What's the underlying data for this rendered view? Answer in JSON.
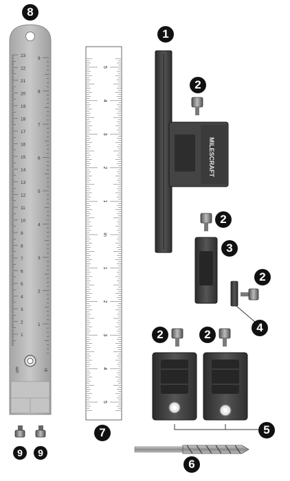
{
  "callouts": {
    "n1": "1",
    "n2": "2",
    "n3": "3",
    "n4": "4",
    "n5": "5",
    "n6": "6",
    "n7": "7",
    "n8": "8",
    "n9": "9"
  },
  "brand": "MILESCRAFT",
  "metal_ruler": {
    "cm_labels": [
      "23",
      "22",
      "21",
      "20",
      "19",
      "18",
      "17",
      "16",
      "15",
      "14",
      "13",
      "12",
      "11",
      "10",
      "9",
      "8",
      "7",
      "6",
      "5",
      "4",
      "3",
      "2",
      "1"
    ],
    "in_labels": [
      "9",
      "8",
      "7",
      "6",
      "5",
      "4",
      "3",
      "2",
      "1"
    ],
    "cm_unit": "cm",
    "in_unit": "in"
  },
  "paper_ruler": {
    "labels": [
      "5",
      "4",
      "3",
      "2",
      "1",
      "in",
      "1",
      "2",
      "3",
      "4",
      "5"
    ]
  },
  "colors": {
    "steel": "#b9b9b9",
    "dark_part": "#3a3a3a",
    "callout_bg": "#111111"
  }
}
